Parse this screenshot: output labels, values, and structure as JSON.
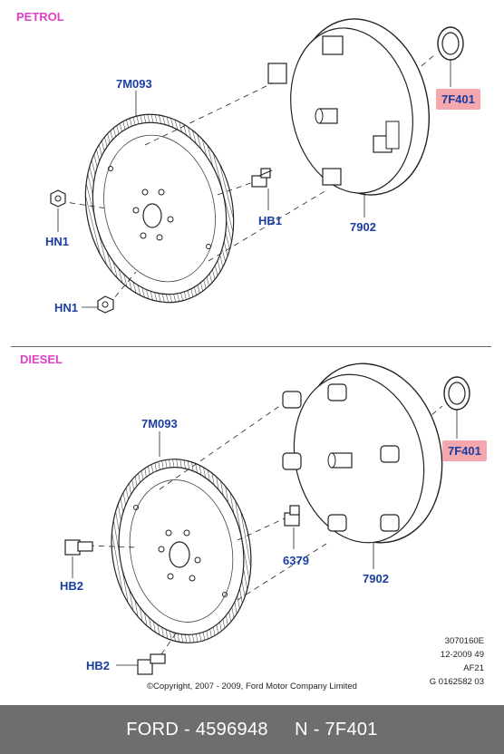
{
  "sections": {
    "petrol": "PETROL",
    "diesel": "DIESEL"
  },
  "petrol_parts": {
    "flywheel": "7M093",
    "nut_upper": "HN1",
    "nut_lower": "HN1",
    "bolt": "HB1",
    "converter": "7902",
    "seal": "7F401"
  },
  "diesel_parts": {
    "flywheel": "7M093",
    "bolt_upper": "HB2",
    "bolt_lower": "HB2",
    "bolt_right": "6379",
    "converter": "7902",
    "seal": "7F401"
  },
  "meta": {
    "line1": "3070160E",
    "line2": "12-2009 49",
    "line3": "AF21",
    "line4": "G 0162582 03"
  },
  "copyright": "©Copyright, 2007 - 2009, Ford Motor Company Limited",
  "footer": {
    "brand": "FORD",
    "part_number": "4596948",
    "ref": "N - 7F401"
  },
  "colors": {
    "section_label": "#e040c8",
    "part_label": "#1a3da0",
    "highlight": "#f4a7ad",
    "footer_bg": "#6e6e6e"
  }
}
